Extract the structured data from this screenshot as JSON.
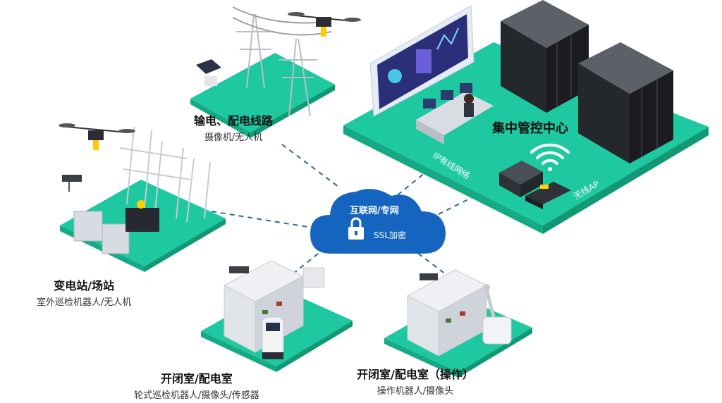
{
  "colors": {
    "platform": "#1ec8a0",
    "platform_dark": "#15a985",
    "cloud": "#1565c0",
    "line": "#2a6a9a"
  },
  "center": {
    "title": "集中管控中心"
  },
  "cloud": {
    "title": "互联网/专网",
    "subtitle": "SSL加密"
  },
  "links": {
    "wired": "IP有线网络",
    "wireless": "无线AP"
  },
  "nodes": {
    "line": {
      "title": "输电、配电线路",
      "subtitle": "摄像机/无人机"
    },
    "substation": {
      "title": "变电站/场站",
      "subtitle": "室外巡检机器人/无人机"
    },
    "room_a": {
      "title": "开闭室/配电室",
      "subtitle": "轮式巡检机器人/摄像头/传感器"
    },
    "room_b": {
      "title": "开闭室/配电室（操作）",
      "subtitle": "操作机器人/摄像头"
    }
  }
}
